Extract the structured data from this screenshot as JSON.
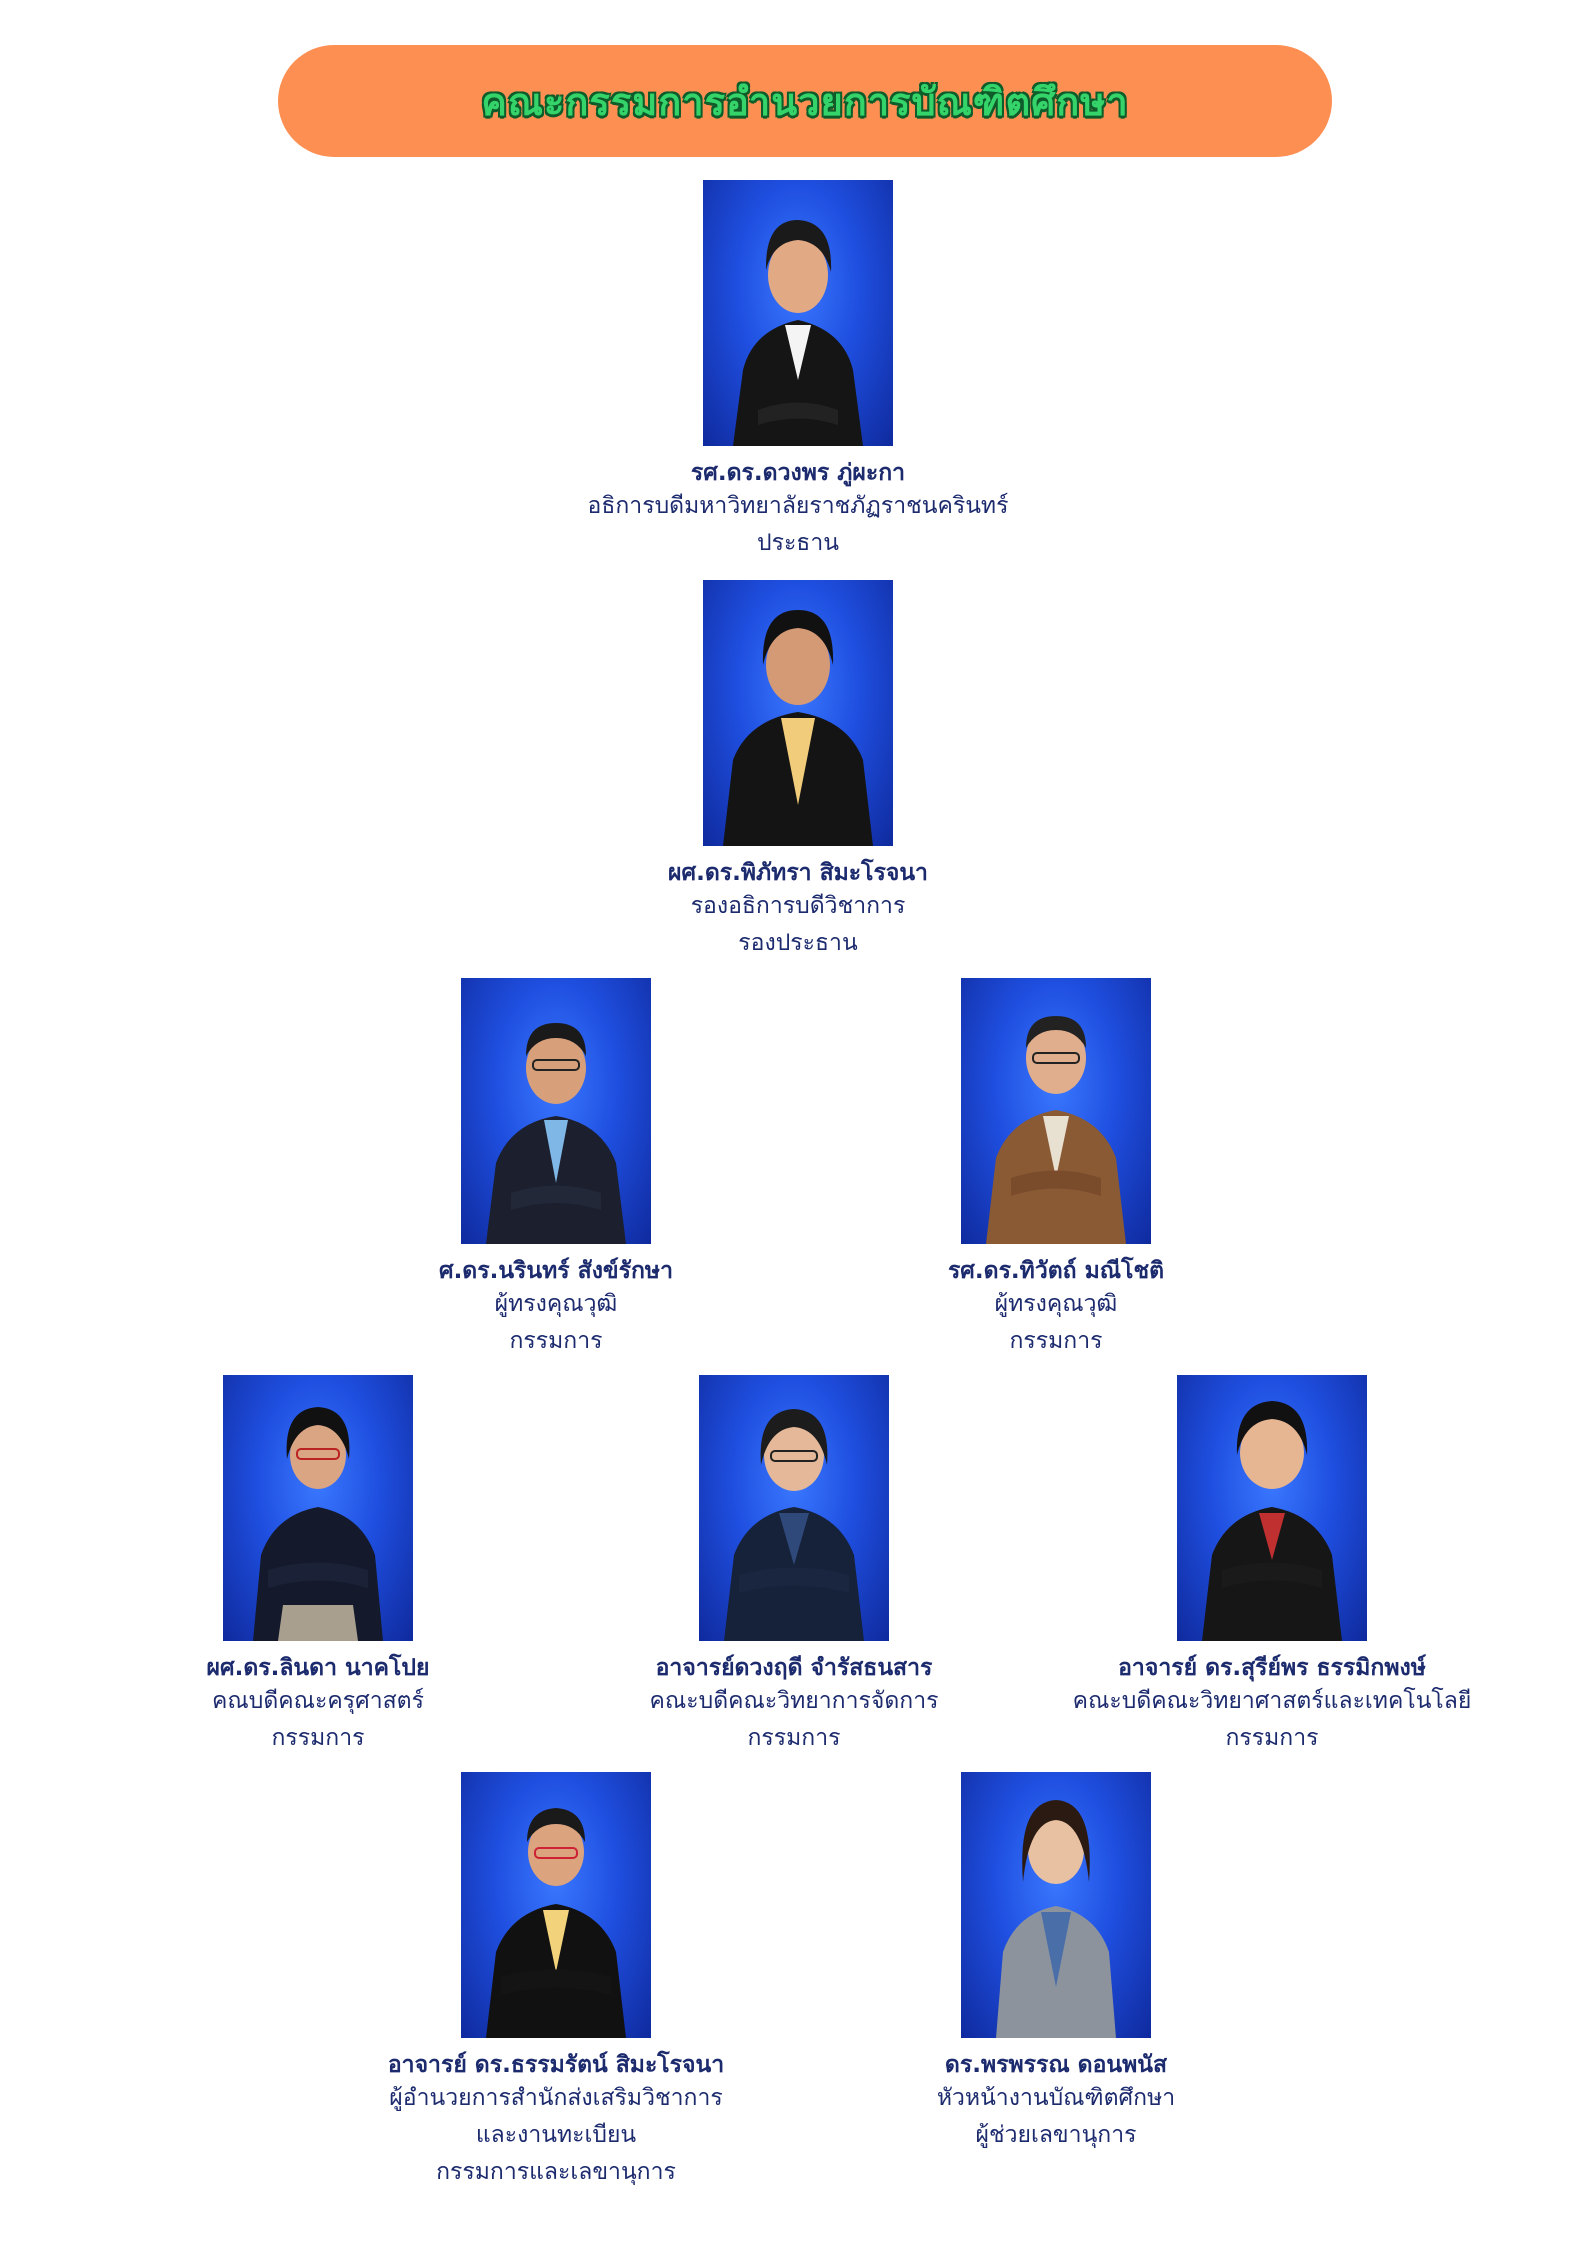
{
  "title": "คณะกรรมการอำนวยการบัณฑิตศึกษา",
  "colors": {
    "banner": "#fd8f52",
    "title": "#35d46a",
    "text": "#1c2a6e",
    "photo_bg": "#1f4fe0"
  },
  "members": [
    {
      "name": "รศ.ดร.ดวงพร ภู่ผะกา",
      "position": "อธิการบดีมหาวิทยาลัยราชภัฏราชนครินทร์",
      "role": "ประธาน",
      "photo": "portrait-photo"
    },
    {
      "name": "ผศ.ดร.พิภัทรา สิมะโรจนา",
      "position": "รองอธิการบดีวิชาการ",
      "role": "รองประธาน",
      "photo": "portrait-photo"
    },
    {
      "name": "ศ.ดร.นรินทร์ สังข์รักษา",
      "position": "ผู้ทรงคุณวุฒิ",
      "role": "กรรมการ",
      "photo": "portrait-photo"
    },
    {
      "name": "รศ.ดร.ทิวัตถ์ มณีโชติ",
      "position": "ผู้ทรงคุณวุฒิ",
      "role": "กรรมการ",
      "photo": "portrait-photo"
    },
    {
      "name": "ผศ.ดร.ลินดา นาคโปย",
      "position": "คณบดีคณะครุศาสตร์",
      "role": "กรรมการ",
      "photo": "portrait-photo"
    },
    {
      "name": "อาจารย์ดวงฤดี จำรัสธนสาร",
      "position": "คณะบดีคณะวิทยาการจัดการ",
      "role": "กรรมการ",
      "photo": "portrait-photo"
    },
    {
      "name": "อาจารย์ ดร.สุรีย์พร ธรรมิกพงษ์",
      "position": "คณะบดีคณะวิทยาศาสตร์และเทคโนโลยี",
      "role": "กรรมการ",
      "photo": "portrait-photo"
    },
    {
      "name": "อาจารย์ ดร.ธรรมรัตน์ สิมะโรจนา",
      "position": "ผู้อำนวยการสำนักส่งเสริมวิชาการ",
      "position2": "และงานทะเบียน",
      "role": "กรรมการและเลขานุการ",
      "photo": "portrait-photo"
    },
    {
      "name": "ดร.พรพรรณ ดอนพนัส",
      "position": "หัวหน้างานบัณฑิตศึกษา",
      "role": "ผู้ช่วยเลขานุการ",
      "photo": "portrait-photo"
    }
  ]
}
